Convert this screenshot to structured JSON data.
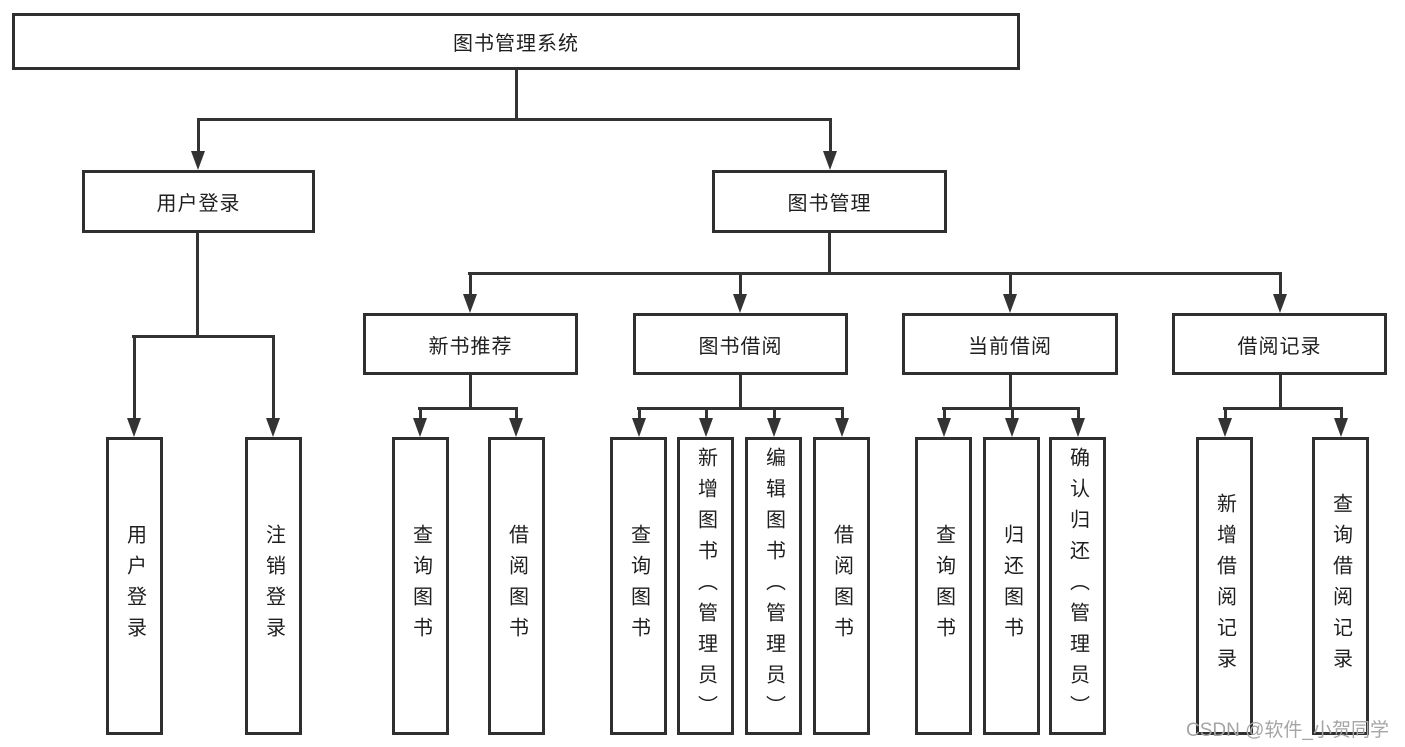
{
  "diagram": {
    "root": "图书管理系统",
    "level2": [
      "用户登录",
      "图书管理"
    ],
    "level3": [
      "新书推荐",
      "图书借阅",
      "当前借阅",
      "借阅记录"
    ],
    "leaves_user_login": [
      "用户登录",
      "注销登录"
    ],
    "leaves_new_book": [
      "查询图书",
      "借阅图书"
    ],
    "leaves_book_borrow": [
      "查询图书",
      "新增图书（管理员）",
      "编辑图书（管理员）",
      "借阅图书"
    ],
    "leaves_current_borrow": [
      "查询图书",
      "归还图书",
      "确认归还（管理员）"
    ],
    "leaves_borrow_record": [
      "新增借阅记录",
      "查询借阅记录"
    ]
  },
  "watermark": {
    "text": "CSDN @软件_小贺同学",
    "color": "#a5a5a5"
  },
  "colors": {
    "background": "#ffffff",
    "line": "#333333",
    "box_border": "#2f2f2f",
    "text": "#1f1f1f"
  }
}
